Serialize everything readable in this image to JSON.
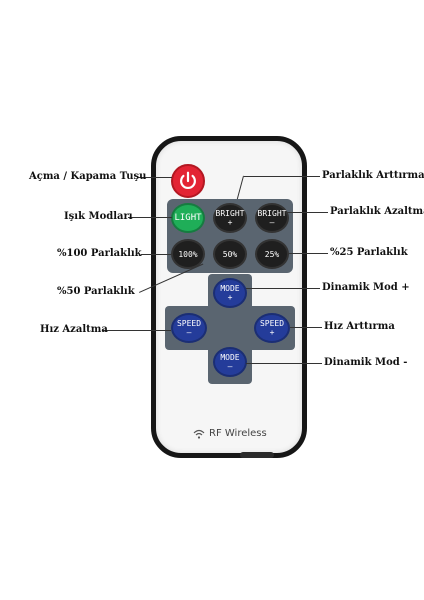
{
  "buttons": {
    "light": "LIGHT",
    "bright_up": [
      "BRIGHT",
      "+"
    ],
    "bright_down": [
      "BRIGHT",
      "–"
    ],
    "b100": "100%",
    "b50": "50%",
    "b25": "25%",
    "mode_up": [
      "MODE",
      "+"
    ],
    "mode_down": [
      "MODE",
      "–"
    ],
    "speed_down": [
      "SPEED",
      "–"
    ],
    "speed_up": [
      "SPEED",
      "+"
    ]
  },
  "remote_text": "RF Wireless",
  "labels": {
    "power": "Açma / Kapama Tuşu",
    "light_modes": "Işık Modları",
    "b100": "%100 Parlaklık",
    "b50": "%50 Parlaklık",
    "speed_down": "Hız Azaltma",
    "bright_up": "Parlaklık Arttırma",
    "bright_down": "Parlaklık Azaltma",
    "b25": "%25 Parlaklık",
    "mode_up": "Dinamik Mod +",
    "speed_up": "Hız Arttırma",
    "mode_down": "Dinamik Mod -"
  },
  "colors": {
    "power": "#e32434",
    "light": "#1fae58",
    "speed_mode": "#243c9a",
    "dark_button": "#1f1f1f",
    "panel": "#5a6570"
  },
  "icons": {
    "power": "power-icon",
    "rf": "wifi-icon"
  }
}
